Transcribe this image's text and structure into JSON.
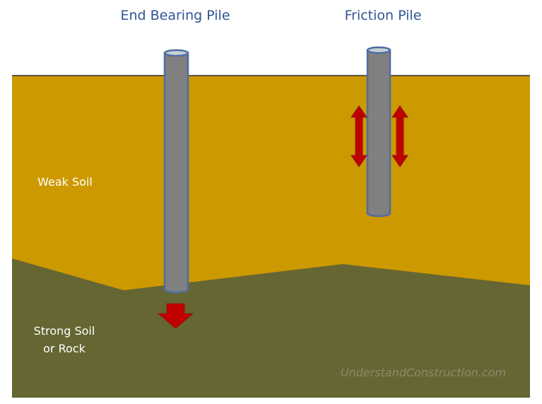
{
  "titles": {
    "end_bearing": "End Bearing Pile",
    "friction": "Friction Pile"
  },
  "labels": {
    "weak_soil": "Weak Soil",
    "strong_soil_line1": "Strong Soil",
    "strong_soil_line2": "or Rock"
  },
  "watermark": "UnderstandConstruction.com",
  "colors": {
    "weak_soil": "#cc9900",
    "strong_soil": "#666633",
    "pile_fill": "#808080",
    "pile_outline": "#4f6da0",
    "pile_top": "#c8d0d8",
    "arrow_fill": "#c00000",
    "arrow_outline": "#8b1a1a",
    "title_text": "#2f5597"
  }
}
